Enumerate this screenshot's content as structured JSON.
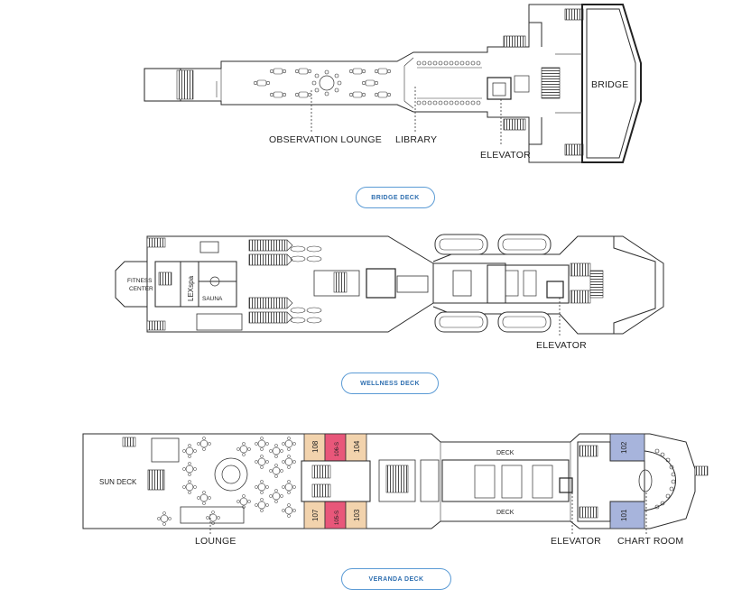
{
  "decks": {
    "bridge": {
      "tab": "BRIDGE DECK",
      "labels": {
        "observation": "OBSERVATION LOUNGE",
        "library": "LIBRARY",
        "elevator": "ELEVATOR",
        "bridge": "BRIDGE"
      }
    },
    "wellness": {
      "tab": "WELLNESS DECK",
      "labels": {
        "fitness_1": "FITNESS",
        "fitness_2": "CENTER",
        "spa": "LEXspa",
        "sauna": "SAUNA",
        "elevator": "ELEVATOR"
      }
    },
    "veranda": {
      "tab": "VERANDA DECK",
      "labels": {
        "sun_deck": "SUN DECK",
        "lounge": "LOUNGE",
        "deck_top": "DECK",
        "deck_bottom": "DECK",
        "elevator": "ELEVATOR",
        "chart_room": "CHART ROOM"
      },
      "cabins": [
        {
          "number": "108",
          "color": "#f2d3ad"
        },
        {
          "number": "106-S",
          "color": "#e8577a"
        },
        {
          "number": "104",
          "color": "#f2d3ad"
        },
        {
          "number": "107",
          "color": "#f2d3ad"
        },
        {
          "number": "105-S",
          "color": "#e8577a"
        },
        {
          "number": "103",
          "color": "#f2d3ad"
        },
        {
          "number": "102",
          "color": "#a7b4dc"
        },
        {
          "number": "101",
          "color": "#a7b4dc"
        }
      ]
    }
  }
}
